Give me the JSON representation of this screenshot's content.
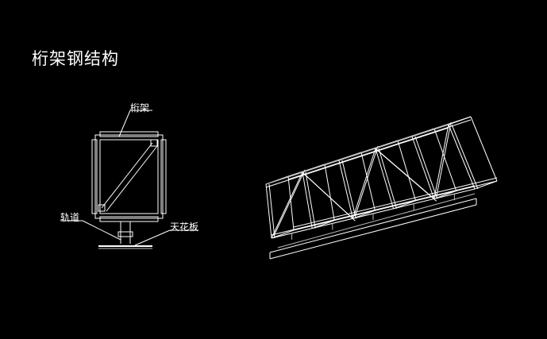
{
  "drawing": {
    "title": "桁架钢结构",
    "labels": {
      "truss": "桁架",
      "rail": "轨道",
      "ceiling_panel": "天花板"
    }
  },
  "colors": {
    "background": "#000000",
    "linework": "#ffffff"
  }
}
